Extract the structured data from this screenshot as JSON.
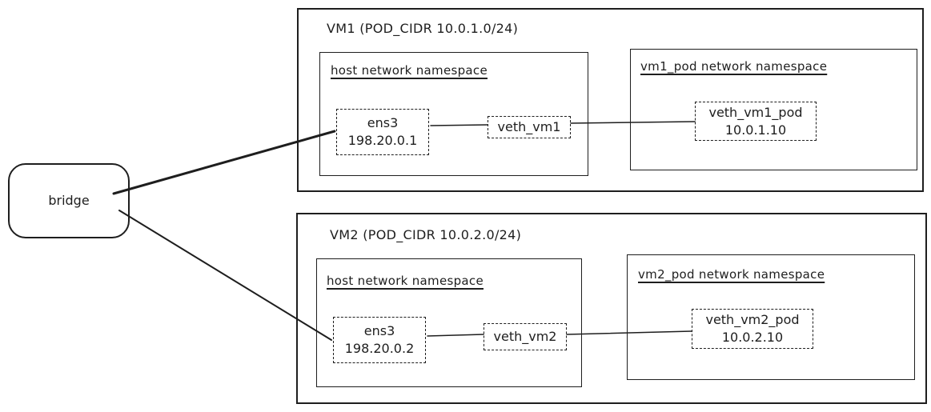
{
  "bridge": {
    "label": "bridge"
  },
  "vm1": {
    "title": "VM1 (POD_CIDR 10.0.1.0/24)",
    "host_ns": {
      "title": "host network namespace",
      "ens3": {
        "name": "ens3",
        "ip": "198.20.0.1"
      },
      "veth": {
        "name": "veth_vm1"
      }
    },
    "pod_ns": {
      "title": "vm1_pod network namespace",
      "veth": {
        "name": "veth_vm1_pod",
        "ip": "10.0.1.10"
      }
    }
  },
  "vm2": {
    "title": "VM2 (POD_CIDR 10.0.2.0/24)",
    "host_ns": {
      "title": "host network namespace",
      "ens3": {
        "name": "ens3",
        "ip": "198.20.0.2"
      },
      "veth": {
        "name": "veth_vm2"
      }
    },
    "pod_ns": {
      "title": "vm2_pod network namespace",
      "veth": {
        "name": "veth_vm2_pod",
        "ip": "10.0.2.10"
      }
    }
  },
  "colors": {
    "stroke": "#1e1e1e",
    "background": "#ffffff"
  }
}
